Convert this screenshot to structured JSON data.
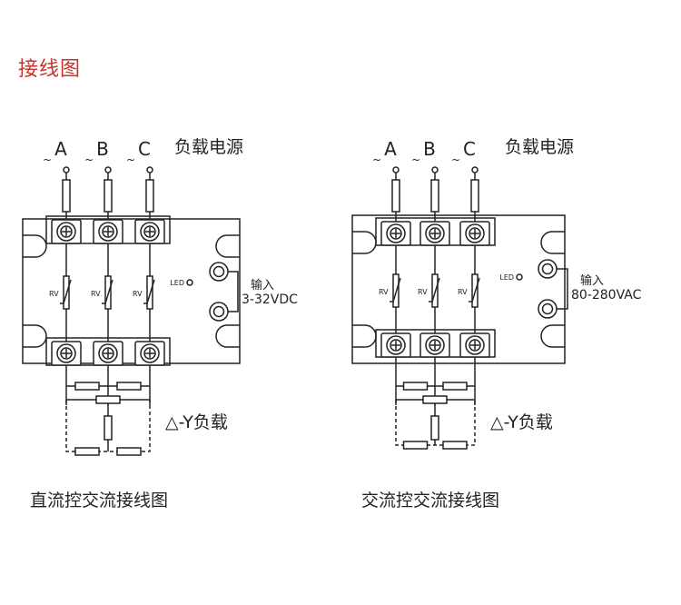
{
  "page_title": "接线图",
  "panels": [
    {
      "phases": [
        "A",
        "B",
        "C"
      ],
      "phase_prefix": "~",
      "load_power": "负载电源",
      "rv": "RV",
      "led": "LED",
      "input_label": "输入",
      "input_range": "3-32VDC",
      "load_type": "△-Y负载",
      "caption": "直流控交流接线图"
    },
    {
      "phases": [
        "A",
        "B",
        "C"
      ],
      "phase_prefix": "~",
      "load_power": "负载电源",
      "rv": "RV",
      "led": "LED",
      "input_label": "输入",
      "input_range": "80-280VAC",
      "load_type": "△-Y负载",
      "caption": "交流控交流接线图"
    }
  ]
}
